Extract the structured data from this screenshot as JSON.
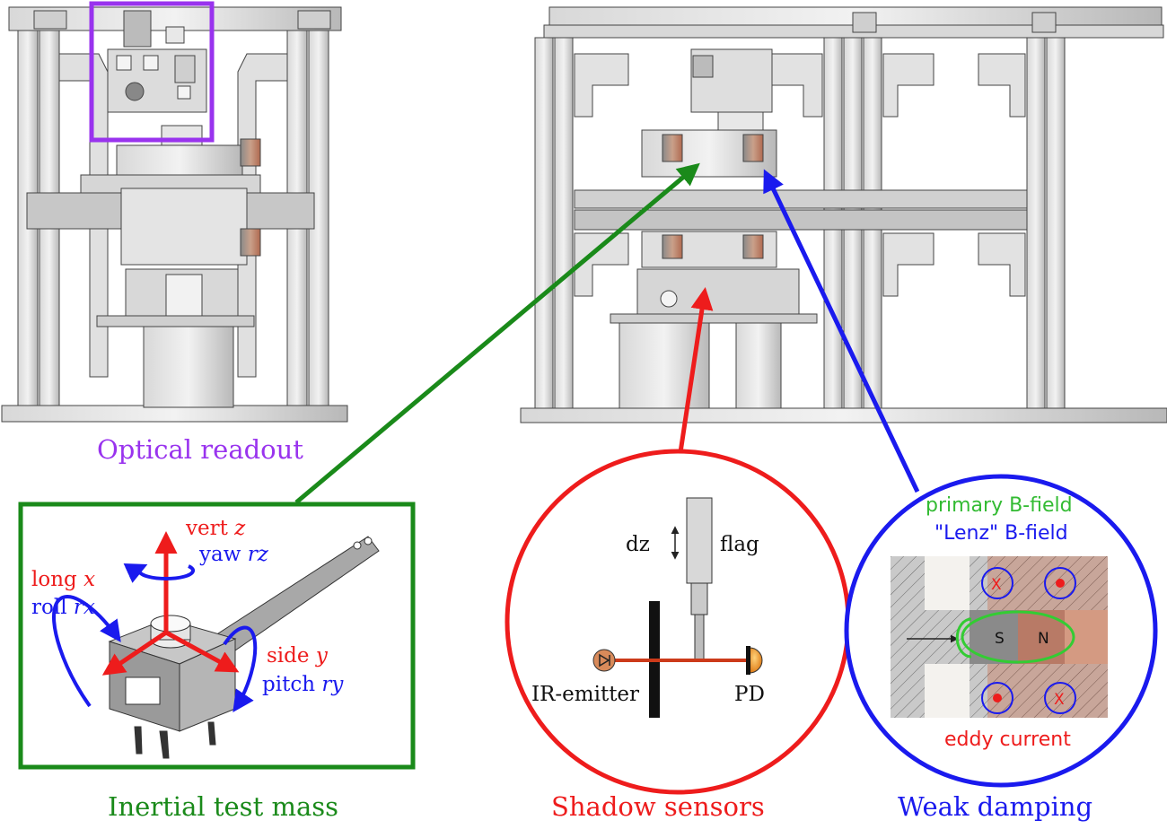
{
  "captions": {
    "optical_readout": "Optical readout",
    "inertial_test_mass": "Inertial test mass",
    "shadow_sensors": "Shadow sensors",
    "weak_damping": "Weak damping"
  },
  "test_mass": {
    "vert": "vert",
    "vert_axis": "z",
    "yaw": "yaw",
    "yaw_axis": "rz",
    "long": "long",
    "long_axis": "x",
    "roll": "roll",
    "roll_axis": "rx",
    "side": "side",
    "side_axis": "y",
    "pitch": "pitch",
    "pitch_axis": "ry"
  },
  "shadow": {
    "dz": "dz",
    "flag": "flag",
    "emitter": "IR-emitter",
    "pd": "PD"
  },
  "damping": {
    "primary": "primary B-field",
    "lenz": "\"Lenz\" B-field",
    "eddy": "eddy current",
    "s": "S",
    "n": "N",
    "x_mark": "X"
  },
  "colors": {
    "purple": "#9933ee",
    "green": "#1a8a1a",
    "red": "#ee1c1c",
    "blue": "#1a1aee",
    "light_green": "#33cc33"
  }
}
